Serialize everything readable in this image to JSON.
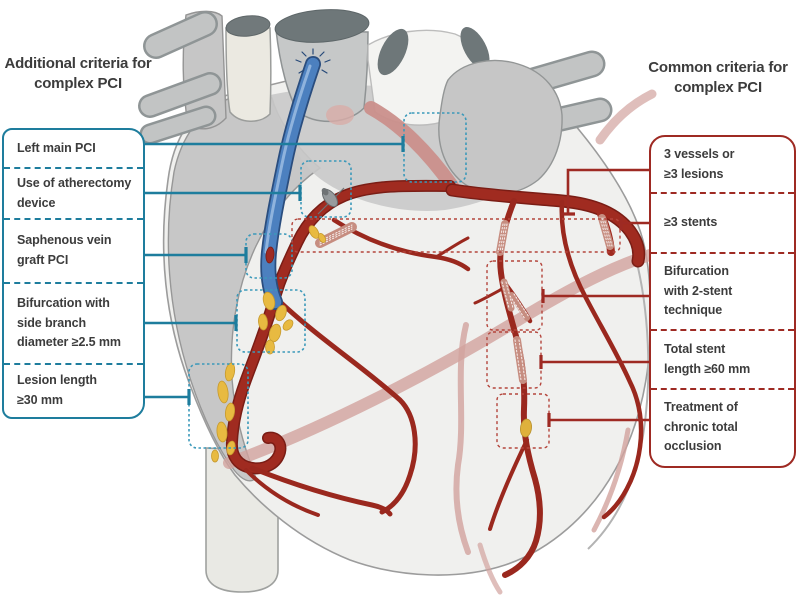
{
  "left_panel": {
    "title": "Additional criteria for\ncomplex PCI",
    "accent_color": "#1e7d9d",
    "items": [
      {
        "label": "Left main PCI"
      },
      {
        "label": "Use of atherectomy\ndevice"
      },
      {
        "label": "Saphenous vein\ngraft PCI"
      },
      {
        "label": "Bifurcation with\nside branch\ndiameter ≥2.5 mm"
      },
      {
        "label": "Lesion length\n≥30 mm"
      }
    ]
  },
  "right_panel": {
    "title": "Common criteria for\ncomplex PCI",
    "accent_color": "#9e2a23",
    "items": [
      {
        "label": "3 vessels or\n≥3 lesions"
      },
      {
        "label": "≥3 stents"
      },
      {
        "label": "Bifurcation\nwith 2-stent\ntechnique"
      },
      {
        "label": "Total stent\nlength ≥60 mm"
      },
      {
        "label": "Treatment of\nchronic total\nocclusion"
      }
    ]
  },
  "illustration": {
    "subject": "heart with coronary arteries, saphenous vein graft, stents, plaques and target regions",
    "colors": {
      "teal_accent": "#1e7d9d",
      "red_accent": "#9e2a23",
      "artery": "#a02b20",
      "vein_graft_blue": "#4c80bf",
      "plaque_yellow": "#e8ba41",
      "heart_gray": "#c7c7c7",
      "heart_light": "#f0f0ee"
    }
  }
}
